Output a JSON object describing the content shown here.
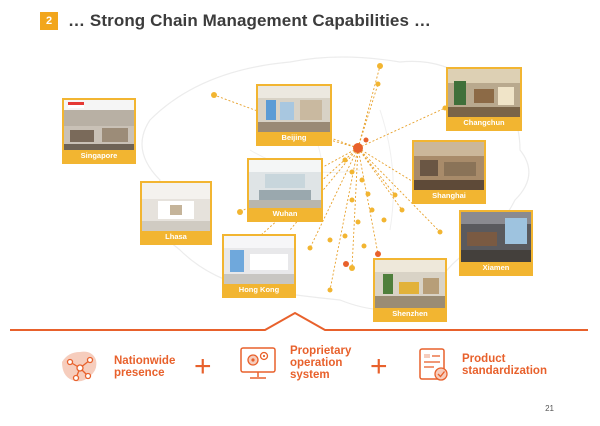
{
  "header": {
    "badge": "2",
    "title": "… Strong Chain Management Capabilities …"
  },
  "cities": [
    {
      "label": "Singapore"
    },
    {
      "label": "Beijing"
    },
    {
      "label": "Changchun"
    },
    {
      "label": "Wuhan"
    },
    {
      "label": "Shanghai"
    },
    {
      "label": "Lhasa"
    },
    {
      "label": "Xiamen"
    },
    {
      "label": "Hong Kong"
    },
    {
      "label": "Shenzhen"
    }
  ],
  "features": [
    {
      "label_line1": "Nationwide",
      "label_line2": "presence",
      "label_line3": "",
      "icon": "china-map-network-icon"
    },
    {
      "label_line1": "Proprietary",
      "label_line2": "operation",
      "label_line3": "system",
      "icon": "monitor-gears-icon"
    },
    {
      "label_line1": "Product",
      "label_line2": "standardization",
      "label_line3": "",
      "icon": "checklist-document-icon"
    }
  ],
  "plus_symbol": "+",
  "page_number": "21",
  "colors": {
    "accent_orange": "#e8612c",
    "card_gold": "#f2b531",
    "badge": "#f2a61c"
  }
}
